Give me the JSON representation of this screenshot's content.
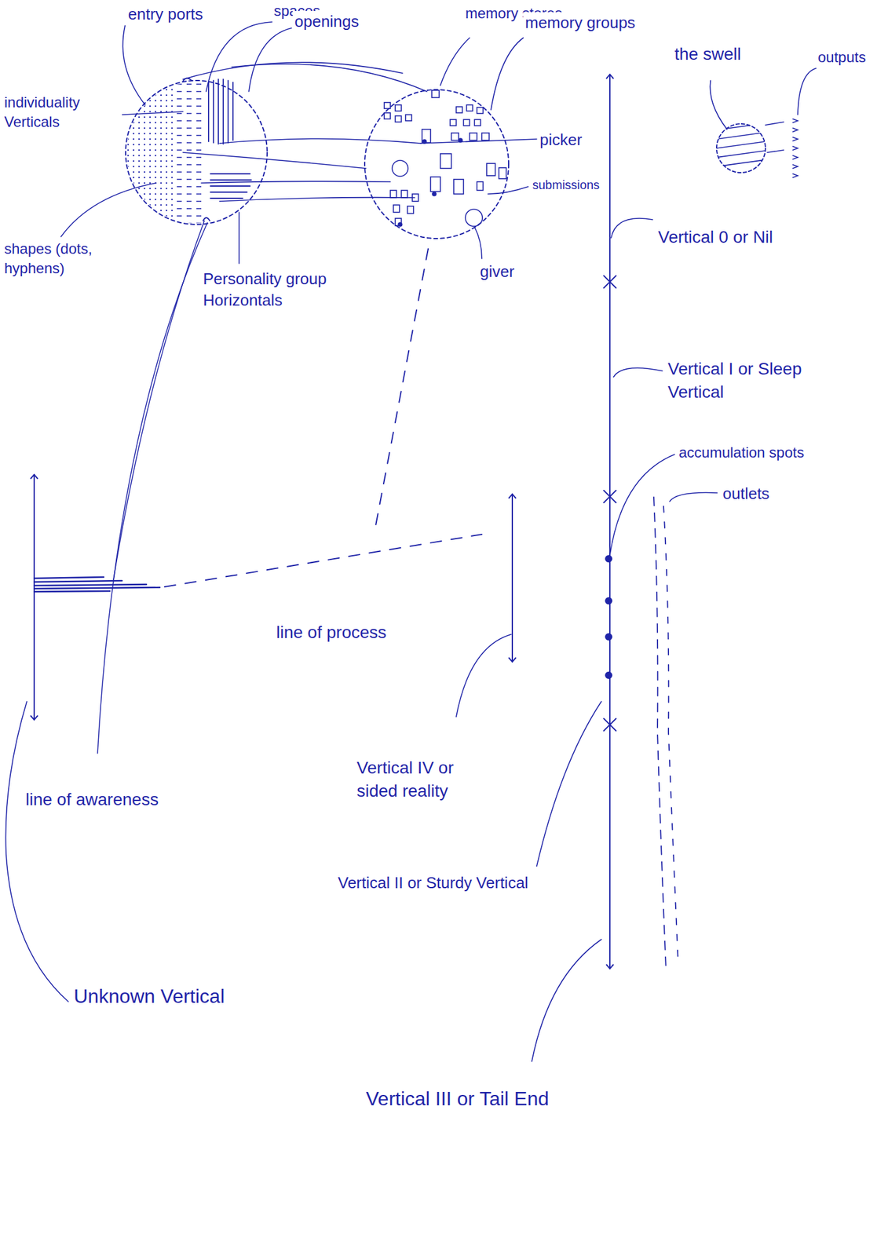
{
  "diagram": {
    "labels": [
      "entry ports",
      "spaces",
      "openings",
      "individuality Verticals",
      "shapes (dots, hyphens)",
      "Personality group Horizontals",
      "memory stores",
      "memory groups",
      "picker",
      "submissions",
      "giver",
      "the swell",
      "outputs",
      "Vertical 0 or Nil",
      "Vertical I or Sleep Vertical",
      "accumulation spots",
      "outlets",
      "line of process",
      "Vertical IV or sided reality",
      "Vertical II or Sturdy Vertical",
      "line of awareness",
      "Unknown Vertical",
      "Vertical III or Tail End"
    ]
  }
}
